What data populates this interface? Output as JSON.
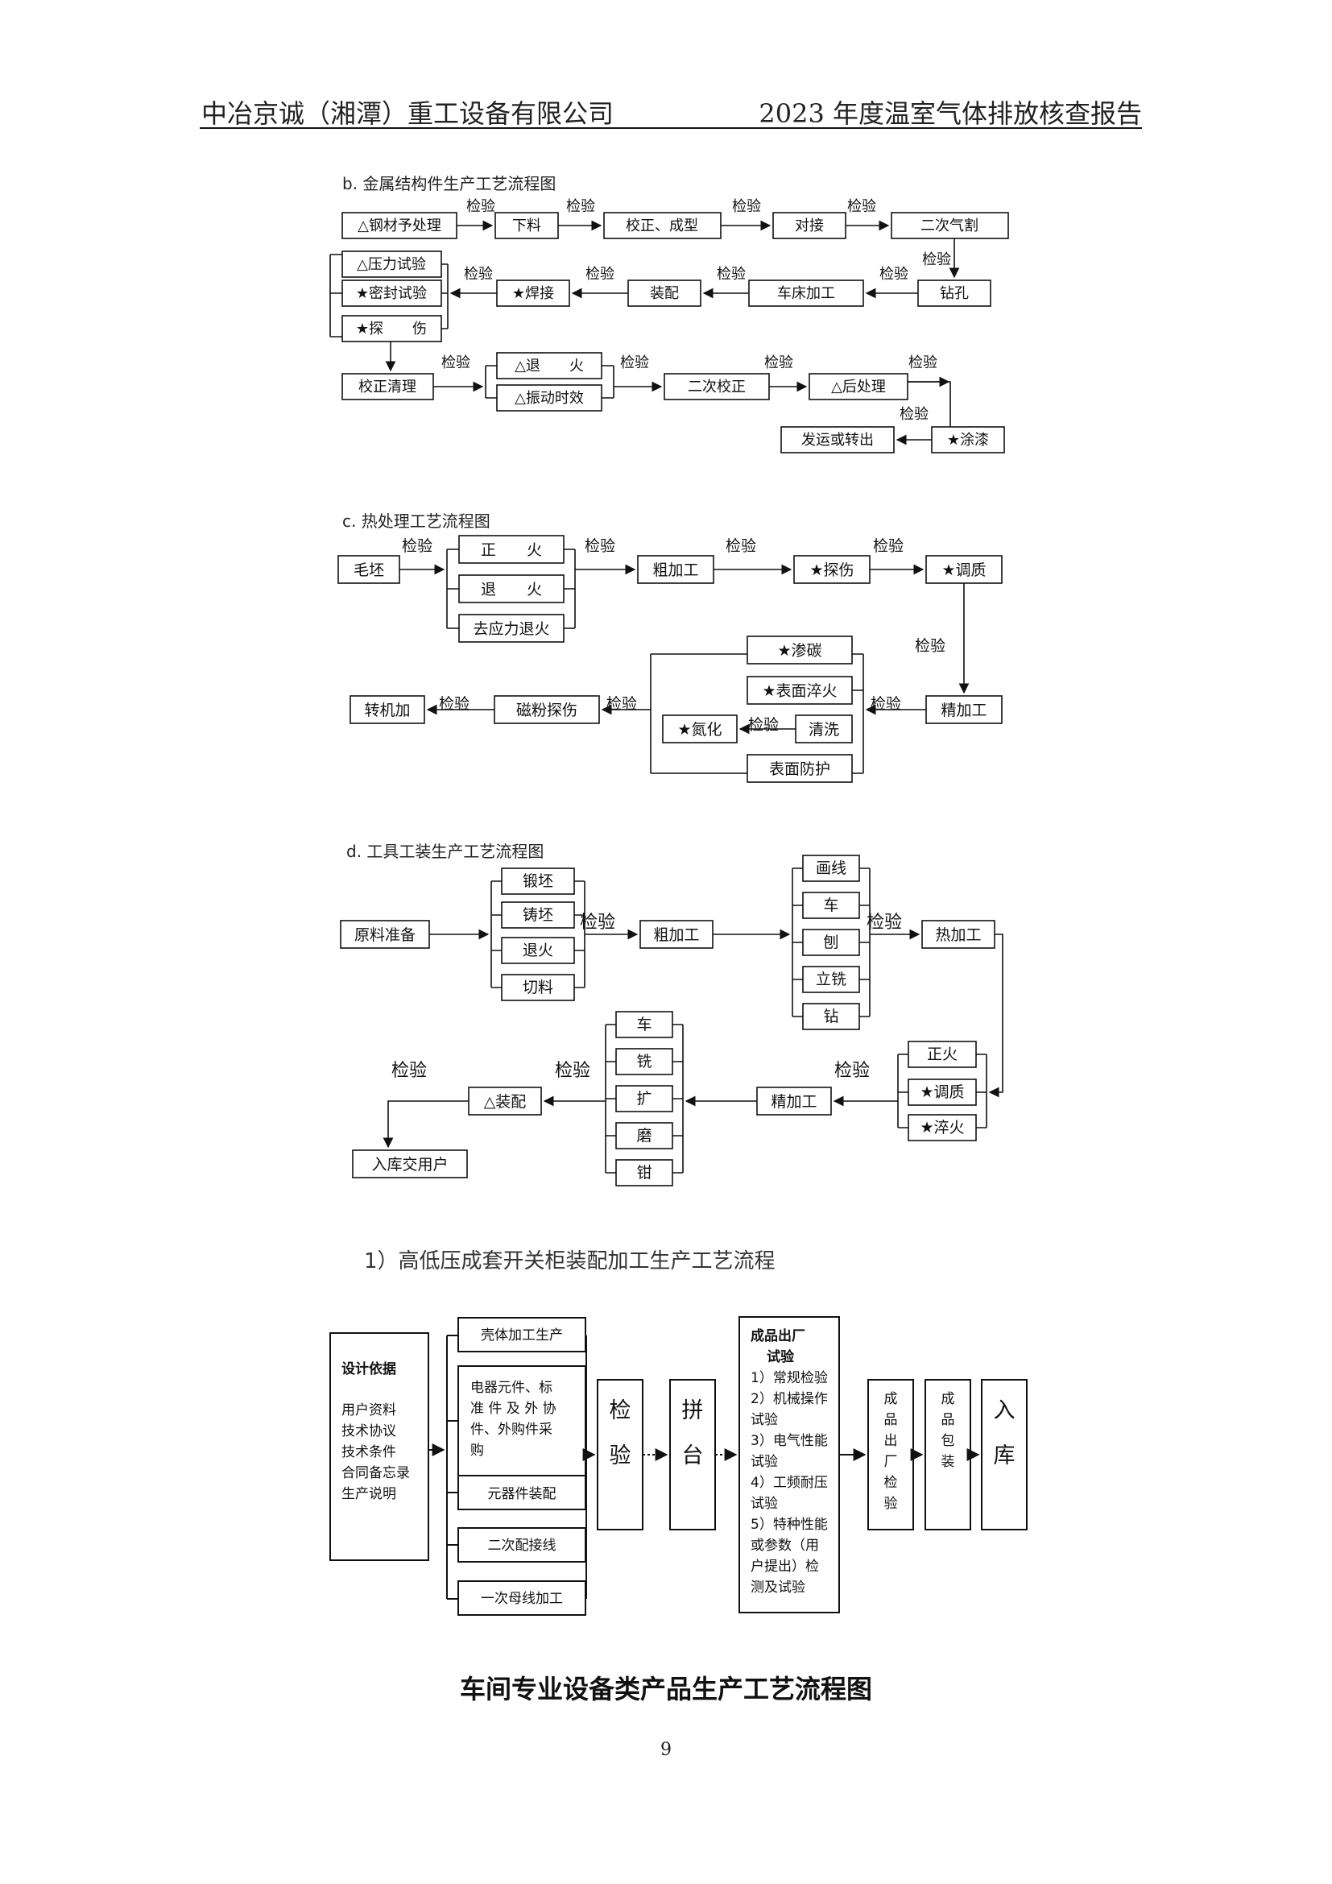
{
  "header": {
    "left": "中冶京诚（湘潭）重工设备有限公司",
    "right": "2023 年度温室气体排放核查报告"
  },
  "sections": {
    "b_title": "b. 金属结构件生产工艺流程图",
    "c_title": "c. 热处理工艺流程图",
    "d_title": "d. 工具工装生产工艺流程图",
    "switchgear_title": "1）高低压成套开关柜装配加工生产工艺流程"
  },
  "flow_b": {
    "steel_pretreat": "△钢材予处理",
    "cutting": "下料",
    "straighten_form": "校正、成型",
    "butt_joint": "对接",
    "secondary_gas_cut": "二次气割",
    "drilling": "钻孔",
    "lathe": "车床加工",
    "assembly": "装配",
    "welding": "★焊接",
    "pressure_test": "△压力试验",
    "seal_test": "★密封试验",
    "flaw_detect": "★探　　伤",
    "straighten_clean": "校正清理",
    "annealing": "△退　　火",
    "vibration_aging": "△振动时效",
    "secondary_straighten": "二次校正",
    "post_treatment": "△后处理",
    "painting": "★涂漆",
    "ship_or_transfer": "发运或转出",
    "inspect": "检验"
  },
  "flow_c": {
    "blank": "毛坯",
    "normalizing": "正　　火",
    "annealing": "退　　火",
    "stress_relief": "去应力退火",
    "rough_machining": "粗加工",
    "flaw_detect": "★探伤",
    "quench_temper": "★调质",
    "finish_machining": "精加工",
    "carburizing": "★渗碳",
    "surface_quench": "★表面淬火",
    "cleaning": "清洗",
    "nitriding": "★氮化",
    "surface_protect": "表面防护",
    "magnetic_flaw": "磁粉探伤",
    "to_machining": "转机加",
    "inspect": "检验"
  },
  "flow_d": {
    "raw_material": "原料准备",
    "forging_blank": "锻坯",
    "casting_blank": "铸坯",
    "annealing": "退火",
    "cutting": "切料",
    "rough_machining": "粗加工",
    "scribing": "画线",
    "turning": "车",
    "planing": "刨",
    "vertical_milling": "立铣",
    "drilling": "钻",
    "hot_working": "热加工",
    "normalizing": "正火",
    "quench_temper": "★调质",
    "quenching": "★淬火",
    "finish_machining": "精加工",
    "turn2": "车",
    "mill2": "铣",
    "ream2": "扩",
    "grind2": "磨",
    "bench2": "钳",
    "assembly": "△装配",
    "storage_delivery": "入库交用户",
    "inspect": "检验"
  },
  "flow_switchgear": {
    "design_basis_title": "设计依据",
    "design_basis_items": [
      "用户资料",
      "技术协议",
      "技术条件",
      "合同备忘录",
      "生产说明"
    ],
    "shell_processing": "壳体加工生产",
    "components_lines": [
      "电器元件、标",
      "准 件 及 外 协",
      "件、外购件采",
      "购"
    ],
    "component_assembly": "元器件装配",
    "secondary_wiring": "二次配接线",
    "primary_busbar": "一次母线加工",
    "inspect_chars": [
      "检",
      "验"
    ],
    "assemble_chars": [
      "拼",
      "台"
    ],
    "factory_test_title": [
      "成品出厂",
      "试验"
    ],
    "factory_test_items": [
      "1）常规检验",
      "2）机械操作",
      "试验",
      "3）电气性能",
      "试验",
      "4）工频耐压",
      "试验",
      "5）特种性能",
      "或参数（用",
      "户提出）检",
      "测及试验"
    ],
    "final_inspect_chars": [
      "成",
      "品",
      "出",
      "厂",
      "检",
      "验"
    ],
    "packaging_chars": [
      "成",
      "品",
      "包",
      "装"
    ],
    "storage_chars": [
      "入",
      "库"
    ]
  },
  "caption": "车间专业设备类产品生产工艺流程图",
  "page_number": "9"
}
